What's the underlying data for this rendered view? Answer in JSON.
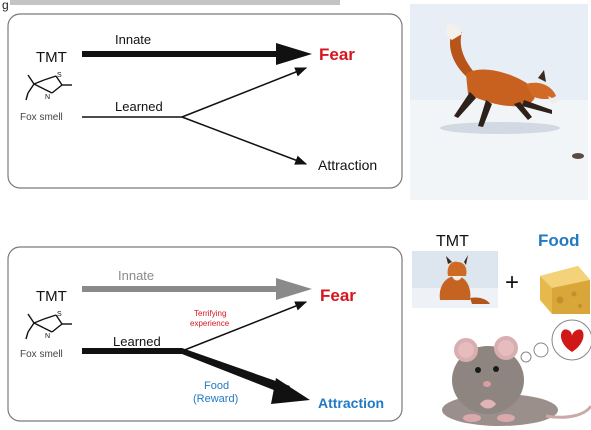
{
  "header": {
    "title_fragment": "g"
  },
  "colors": {
    "fear": "#d5161f",
    "food_blue": "#2279c4",
    "terrifying_red": "#d5161f",
    "black": "#111111",
    "gray_innate": "#8a8a8a",
    "panel_border": "#7a7a7a"
  },
  "panel_top": {
    "tmt_label": "TMT",
    "molecule_n": "N",
    "molecule_s": "S",
    "fox_smell": "Fox smell",
    "innate_label": "Innate",
    "learned_label": "Learned",
    "fear": "Fear",
    "attraction": "Attraction"
  },
  "panel_bottom": {
    "tmt_label": "TMT",
    "molecule_n": "N",
    "molecule_s": "S",
    "fox_smell": "Fox smell",
    "innate_label": "Innate",
    "learned_label": "Learned",
    "fear": "Fear",
    "attraction": "Attraction",
    "terrifying_line1": "Terrifying",
    "terrifying_line2": "experience",
    "food_line1": "Food",
    "food_line2": "(Reward)"
  },
  "conditioning": {
    "tmt_label": "TMT",
    "plus": "+",
    "food_label": "Food"
  },
  "images": {
    "fox_hunting": "fox-jumping-in-snow-photo",
    "fox_small": "fox-sitting-in-snow-photo",
    "cheese": "cheese-icon",
    "mouse": "mouse-photo",
    "heart_bubble": "heart-thought-bubble-icon"
  }
}
